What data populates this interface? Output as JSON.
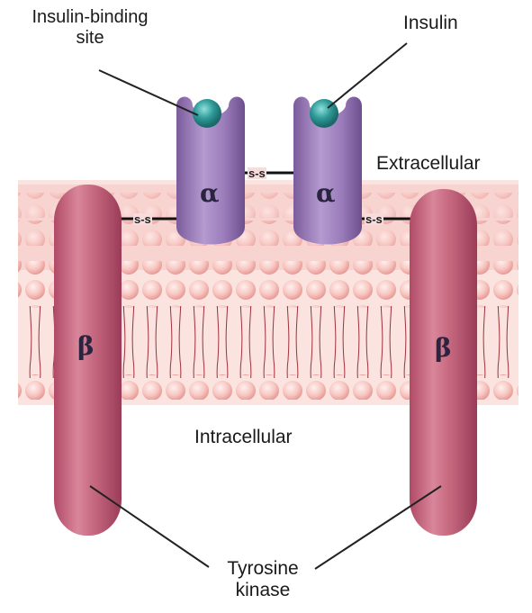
{
  "labels": {
    "insulin_binding_site": [
      "Insulin-binding",
      "site"
    ],
    "insulin": "Insulin",
    "extracellular": "Extracellular",
    "intracellular": "Intracellular",
    "tyrosine_kinase": [
      "Tyrosine",
      "kinase"
    ]
  },
  "subunits": {
    "alpha": "α",
    "beta": "β"
  },
  "disulfide": "s-s",
  "colors": {
    "alpha_subunit": "#9a78b8",
    "beta_subunit": "#c0607a",
    "insulin": "#2e9a98",
    "membrane": "#f4b8b4"
  }
}
